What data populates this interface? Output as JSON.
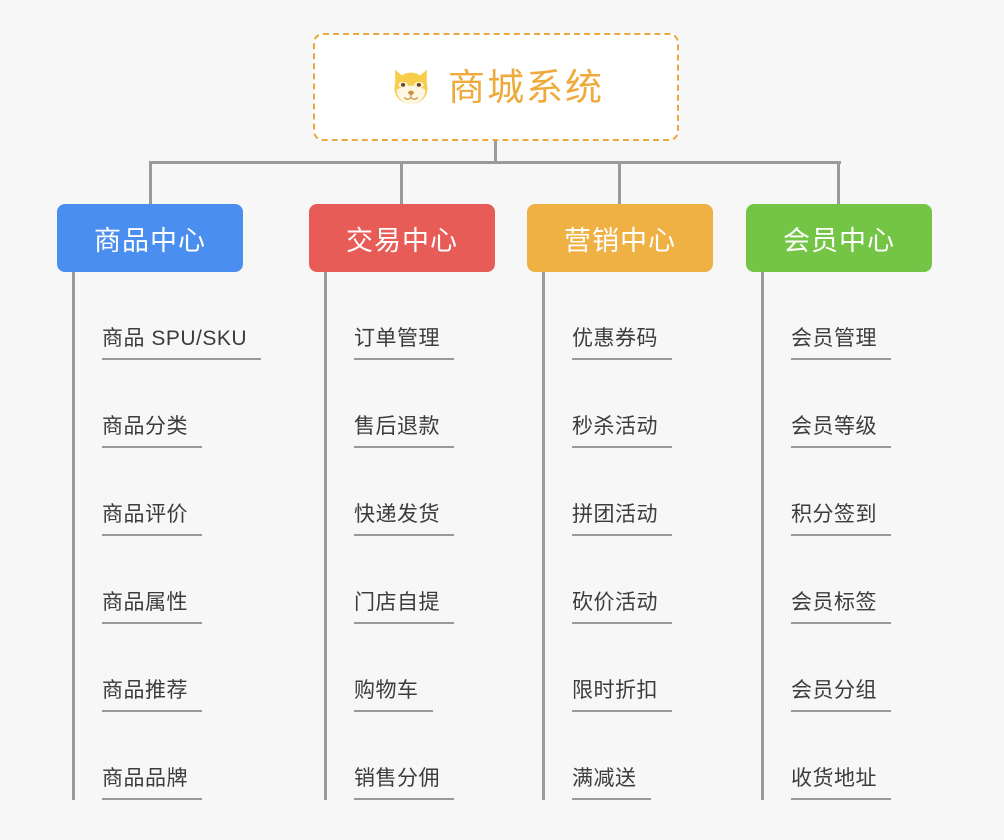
{
  "root": {
    "title": "商城系统",
    "icon": "shiba-dog-face-icon",
    "border_color": "#e9a93f",
    "text_color": "#eeab3c",
    "background": "#ffffff"
  },
  "background_color": "#f7f7f7",
  "connector_color": "#9a9a9a",
  "categories": [
    {
      "label": "商品中心",
      "color": "#4a8ff0",
      "items": [
        "商品 SPU/SKU",
        "商品分类",
        "商品评价",
        "商品属性",
        "商品推荐",
        "商品品牌"
      ]
    },
    {
      "label": "交易中心",
      "color": "#e75c57",
      "items": [
        "订单管理",
        "售后退款",
        "快递发货",
        "门店自提",
        "购物车",
        "销售分佣"
      ]
    },
    {
      "label": "营销中心",
      "color": "#efb144",
      "items": [
        "优惠券码",
        "秒杀活动",
        "拼团活动",
        "砍价活动",
        "限时折扣",
        "满减送"
      ]
    },
    {
      "label": "会员中心",
      "color": "#74c445",
      "items": [
        "会员管理",
        "会员等级",
        "积分签到",
        "会员标签",
        "会员分组",
        "收货地址"
      ]
    }
  ]
}
